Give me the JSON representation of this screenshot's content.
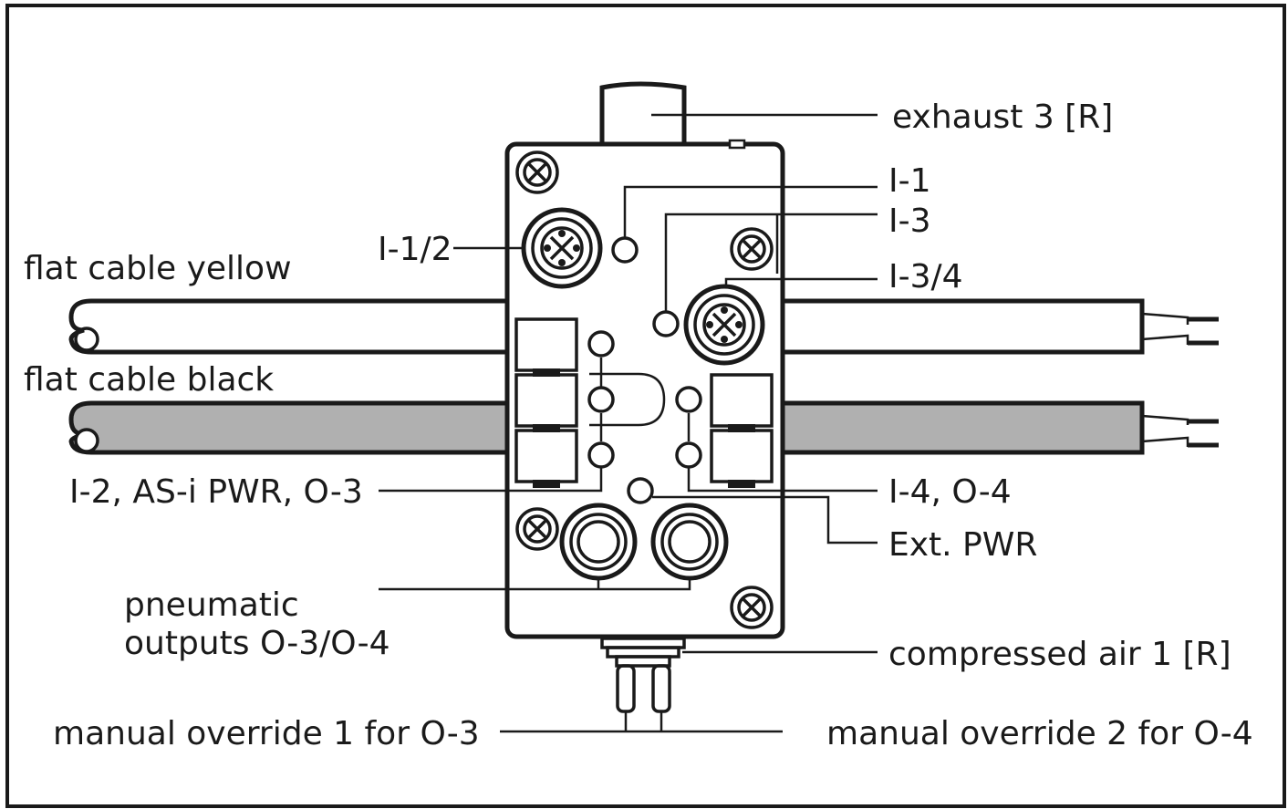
{
  "labels": {
    "exhaust": "exhaust 3 [R]",
    "i1": "I-1",
    "i3": "I-3",
    "i12": "I-1/2",
    "i34": "I-3/4",
    "flat_yellow": "flat cable yellow",
    "flat_black": "flat cable black",
    "i2_asi": "I-2, AS-i PWR, O-3",
    "i4_o4": "I-4, O-4",
    "ext_pwr": "Ext. PWR",
    "pneumatic_line1": "pneumatic",
    "pneumatic_line2": "outputs O-3/O-4",
    "compressed_air": "compressed air 1 [R]",
    "override1": "manual override 1 for O-3",
    "override2": "manual override 2 for O-4"
  },
  "colors": {
    "stroke": "#1a1a1a",
    "black_cable_fill": "#b0b0b0",
    "background": "#ffffff"
  }
}
